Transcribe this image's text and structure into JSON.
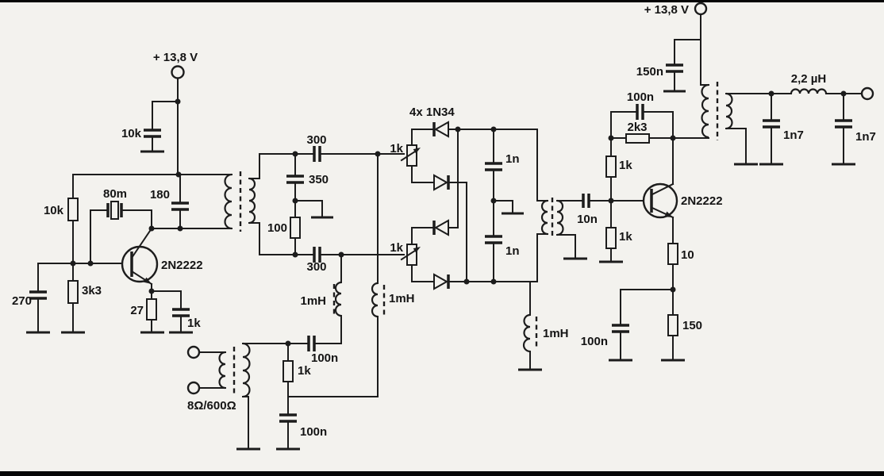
{
  "colors": {
    "ink": "#1c1c1c",
    "paper": "#f3f2ee",
    "frame": "#060606"
  },
  "oscillator": {
    "supply": "+ 13,8 V",
    "cap_10k": "10k",
    "res_10k": "10k",
    "crystal": "80m",
    "cap_180": "180",
    "transistor": "2N2222",
    "res_3k3": "3k3",
    "cap_270": "270",
    "res_27": "27",
    "cap_1k": "1k"
  },
  "filter": {
    "cap_300_top": "300",
    "cap_350": "350",
    "res_100": "100",
    "cap_300_bottom": "300"
  },
  "mixer": {
    "diodes": "4x 1N34",
    "pot_top": "1k",
    "pot_bottom": "1k",
    "cap_1n_top": "1n",
    "cap_1n_bottom": "1n",
    "choke": "1mH"
  },
  "audio": {
    "transformer": "8Ω/600Ω",
    "choke_left": "1mH",
    "choke_right": "1mH",
    "cap_series": "100n",
    "res_1k": "1k",
    "cap_shunt": "100n"
  },
  "amp": {
    "cap_10n": "10n",
    "res_1k_upper": "1k",
    "res_1k_lower": "1k",
    "cap_100n_fb": "100n",
    "res_2k3": "2k3",
    "transistor": "2N2222",
    "res_10": "10",
    "res_150": "150",
    "cap_100n_emitter": "100n",
    "supply": "+ 13,8 V",
    "cap_150n": "150n"
  },
  "output": {
    "inductor": "2,2 µH",
    "cap_1n7_left": "1n7",
    "cap_1n7_right": "1n7"
  }
}
